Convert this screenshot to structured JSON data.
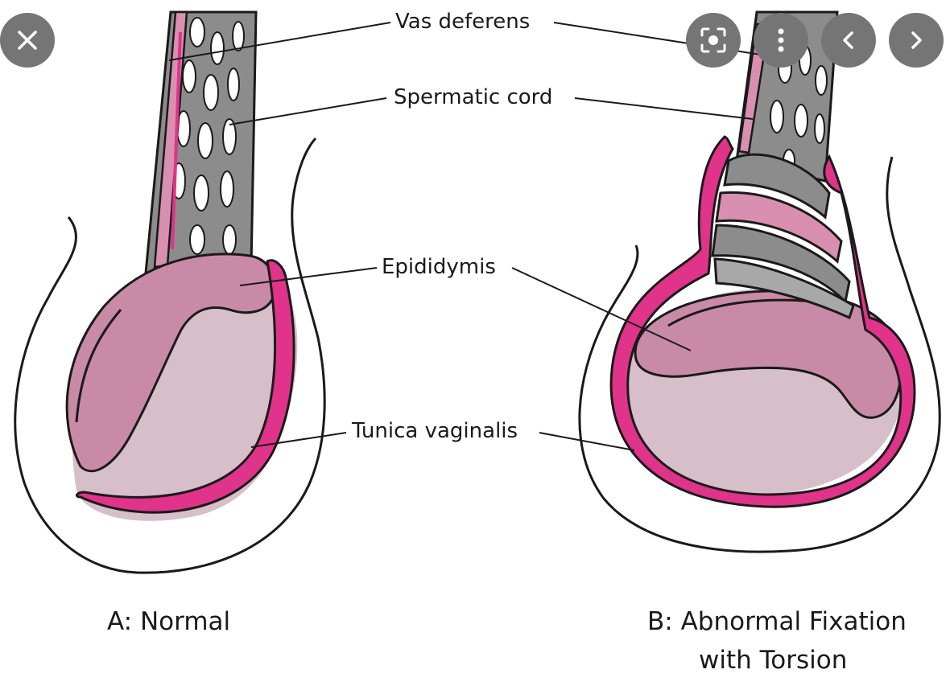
{
  "viewer": {
    "controls": {
      "close_icon": "close-icon",
      "lens_icon": "lens-icon",
      "more_icon": "more-vert-icon",
      "prev_icon": "chevron-left-icon",
      "next_icon": "chevron-right-icon",
      "control_bg_color": "#757575",
      "control_fg_color": "#ffffff"
    }
  },
  "figure": {
    "labels": {
      "vas_deferens": "Vas deferens",
      "spermatic_cord": "Spermatic cord",
      "epididymis": "Epididymis",
      "tunica_vaginalis": "Tunica vaginalis"
    },
    "panel_a_caption": "A: Normal",
    "panel_b_caption_line1": "B: Abnormal Fixation",
    "panel_b_caption_line2": "with Torsion",
    "colors": {
      "testis": "#d6bfc8",
      "epididymis": "#c98aa7",
      "tunica": "#e0338a",
      "cord": "#8c8c8c",
      "vessel_light": "#ffffff",
      "outline": "#1a1a1a"
    }
  }
}
